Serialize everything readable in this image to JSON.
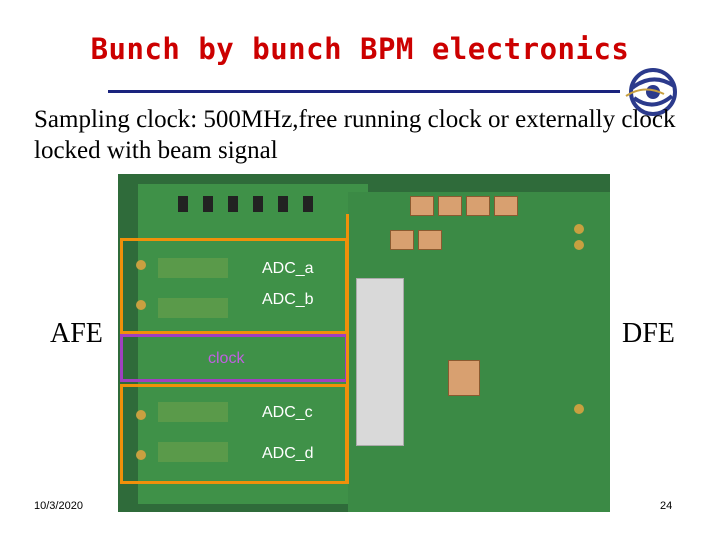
{
  "slide": {
    "title": "Bunch by bunch BPM electronics",
    "subtitle": "Sampling clock: 500MHz,free running clock or externally clock locked with beam signal",
    "afe_label": "AFE",
    "dfe_label": "DFE",
    "photo_labels": {
      "adc_a": "ADC_a",
      "adc_b": "ADC_b",
      "clock": "clock",
      "adc_c": "ADC_c",
      "adc_d": "ADC_d"
    },
    "footer": {
      "date": "10/3/2020",
      "page_number": "24"
    }
  },
  "colors": {
    "title": "#cc0000",
    "rule": "#1a237e",
    "box_orange": "#f0900a",
    "box_purple": "#a040c0"
  }
}
